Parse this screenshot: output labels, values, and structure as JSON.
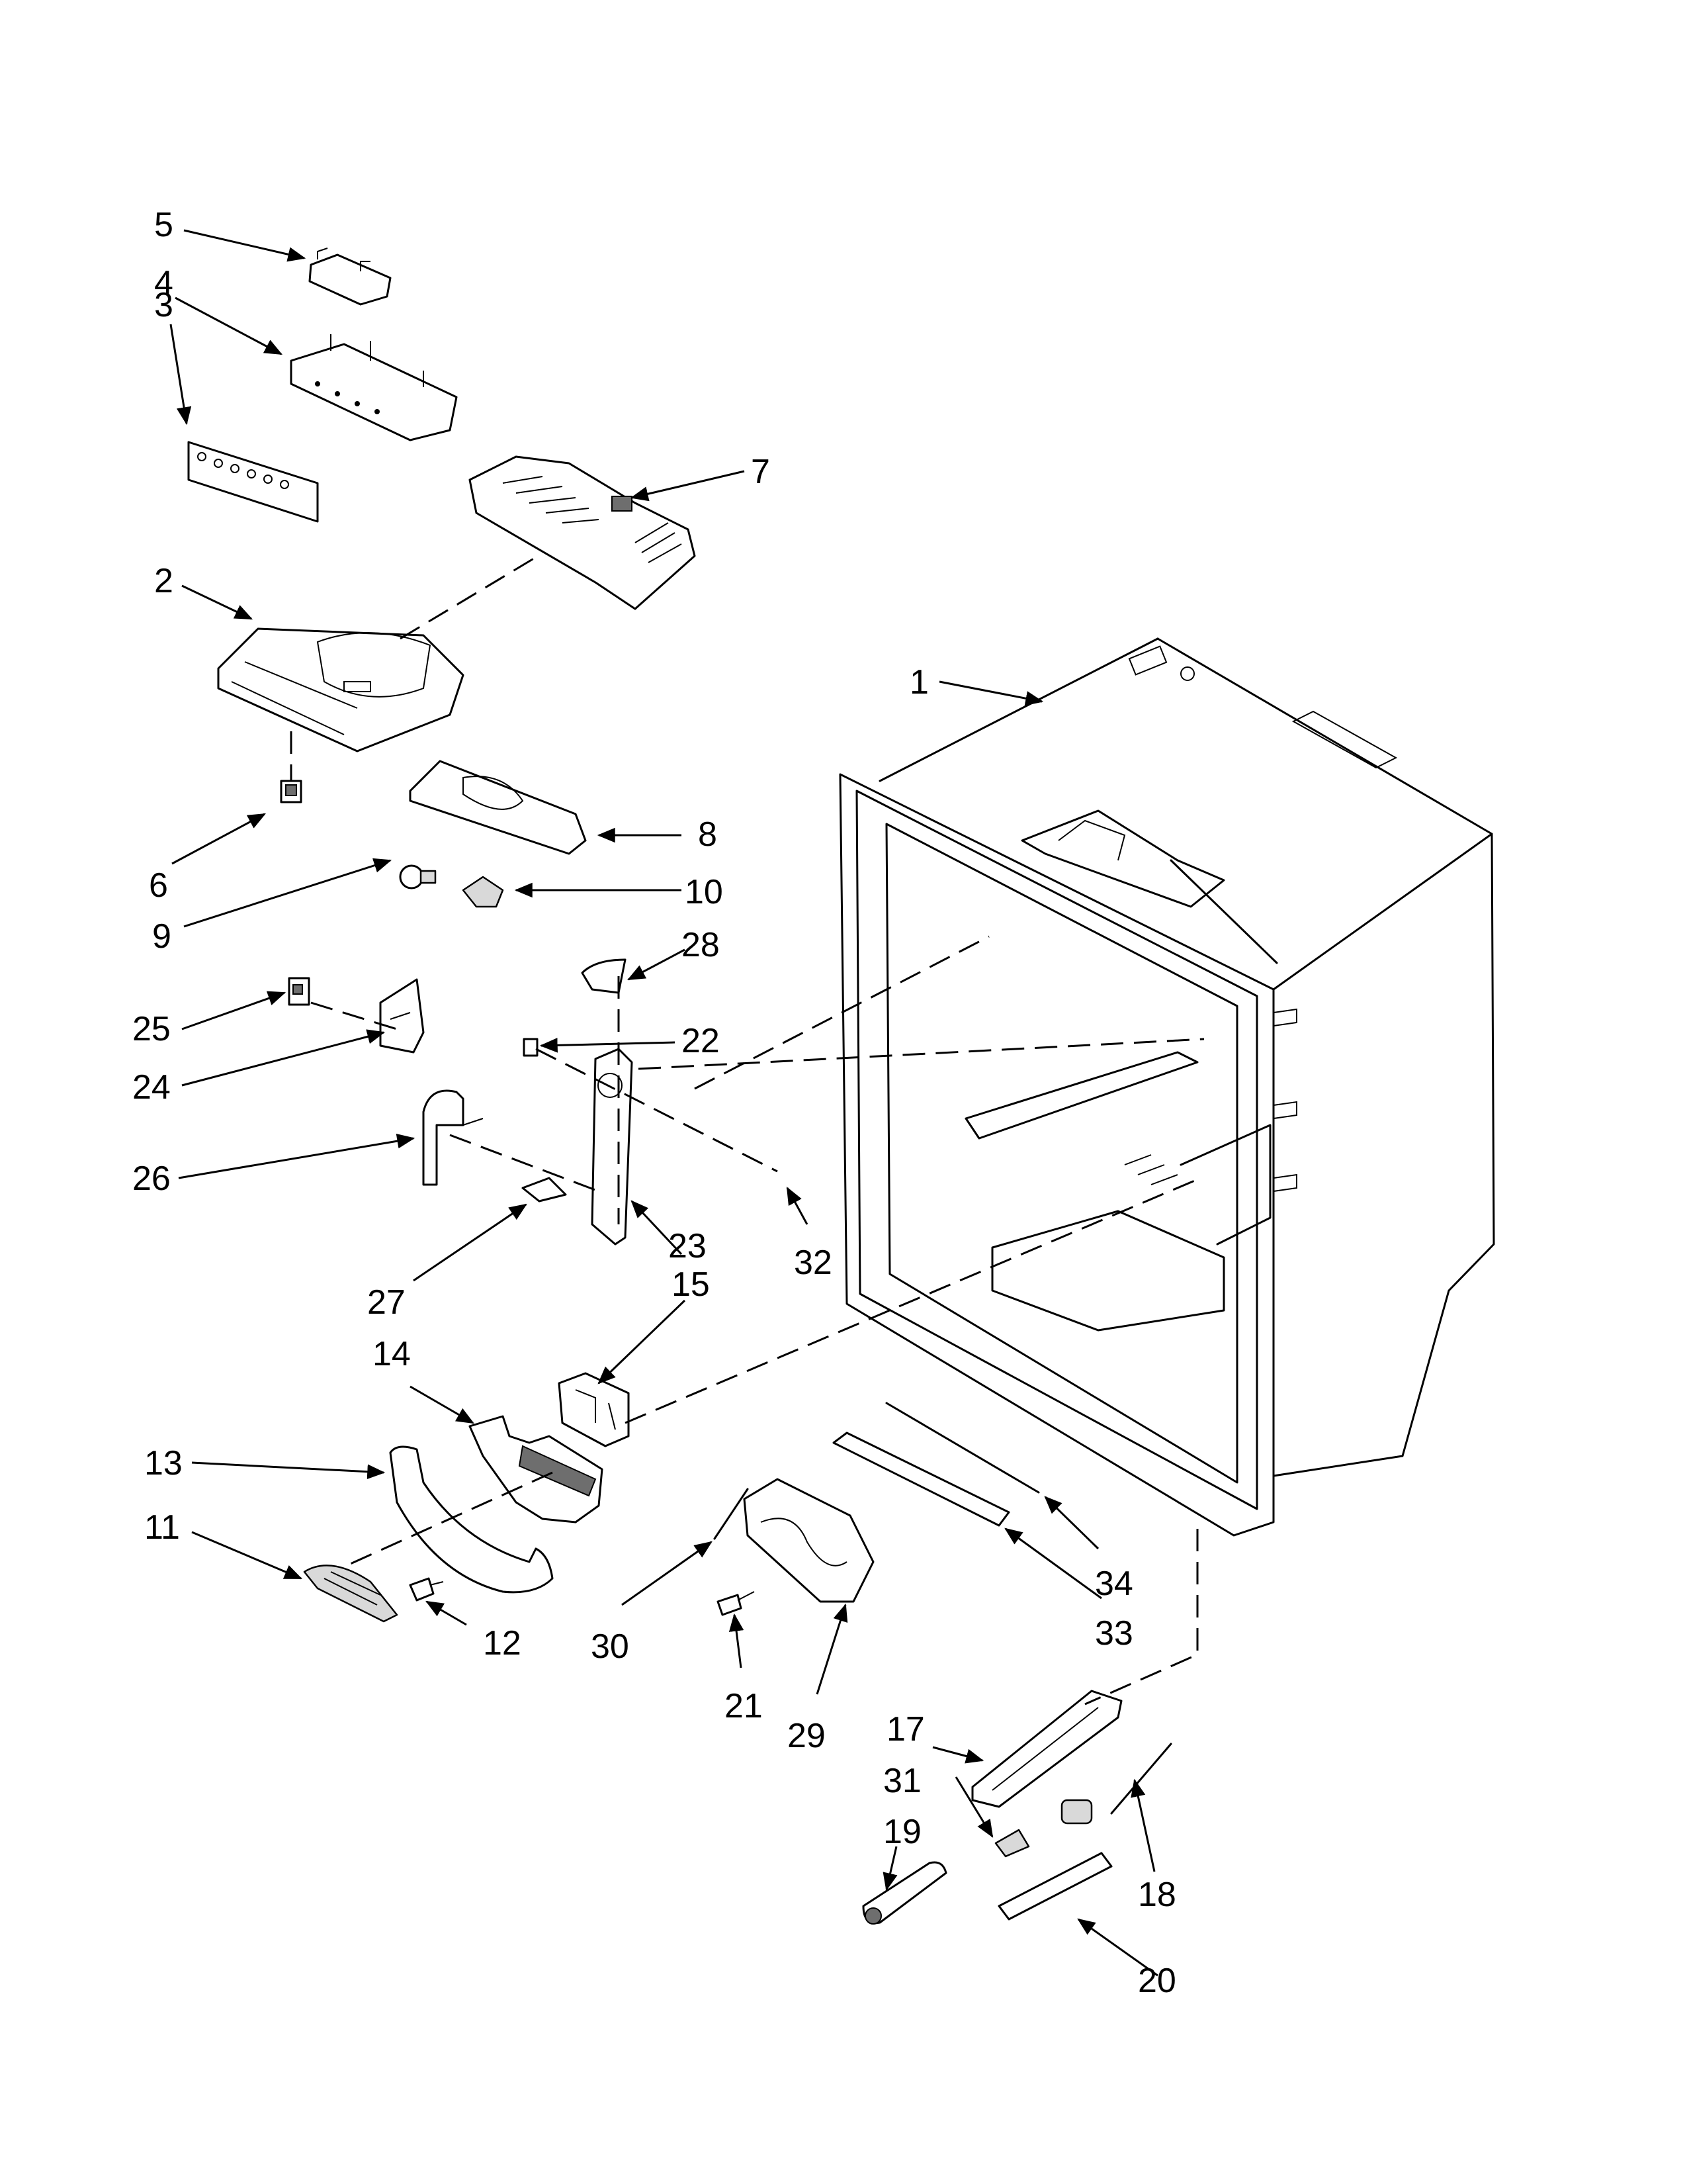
{
  "callouts": [
    {
      "id": "c1",
      "text": "1"
    },
    {
      "id": "c2",
      "text": "2"
    },
    {
      "id": "c3",
      "text": "3"
    },
    {
      "id": "c4",
      "text": "4"
    },
    {
      "id": "c5",
      "text": "5"
    },
    {
      "id": "c6",
      "text": "6"
    },
    {
      "id": "c7",
      "text": "7"
    },
    {
      "id": "c8",
      "text": "8"
    },
    {
      "id": "c9",
      "text": "9"
    },
    {
      "id": "c10",
      "text": "10"
    },
    {
      "id": "c11",
      "text": "11"
    },
    {
      "id": "c12",
      "text": "12"
    },
    {
      "id": "c13",
      "text": "13"
    },
    {
      "id": "c14",
      "text": "14"
    },
    {
      "id": "c15",
      "text": "15"
    },
    {
      "id": "c17",
      "text": "17"
    },
    {
      "id": "c18",
      "text": "18"
    },
    {
      "id": "c19",
      "text": "19"
    },
    {
      "id": "c20",
      "text": "20"
    },
    {
      "id": "c21",
      "text": "21"
    },
    {
      "id": "c22",
      "text": "22"
    },
    {
      "id": "c23",
      "text": "23"
    },
    {
      "id": "c24",
      "text": "24"
    },
    {
      "id": "c25",
      "text": "25"
    },
    {
      "id": "c26",
      "text": "26"
    },
    {
      "id": "c27",
      "text": "27"
    },
    {
      "id": "c28",
      "text": "28"
    },
    {
      "id": "c29",
      "text": "29"
    },
    {
      "id": "c30",
      "text": "30"
    },
    {
      "id": "c31",
      "text": "31"
    },
    {
      "id": "c32",
      "text": "32"
    },
    {
      "id": "c33",
      "text": "33"
    },
    {
      "id": "c34",
      "text": "34"
    }
  ]
}
